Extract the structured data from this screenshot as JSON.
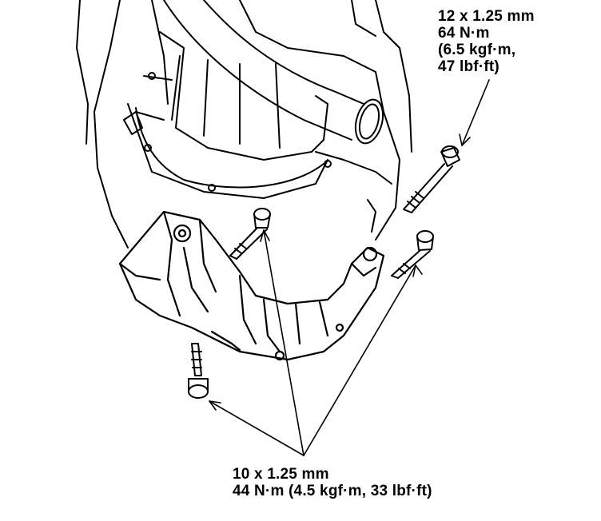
{
  "callouts": {
    "upper_bolt": {
      "size": "12 x 1.25 mm",
      "torque_nm": "64 N·m",
      "torque_kgf": "(6.5 kgf·m,",
      "torque_lbf": "47 lbf·ft)"
    },
    "lower_bolts": {
      "size": "10 x 1.25 mm",
      "torque": "44 N·m (4.5 kgf·m, 33 lbf·ft)"
    }
  },
  "colors": {
    "ink": "#000000",
    "paper": "#ffffff"
  }
}
